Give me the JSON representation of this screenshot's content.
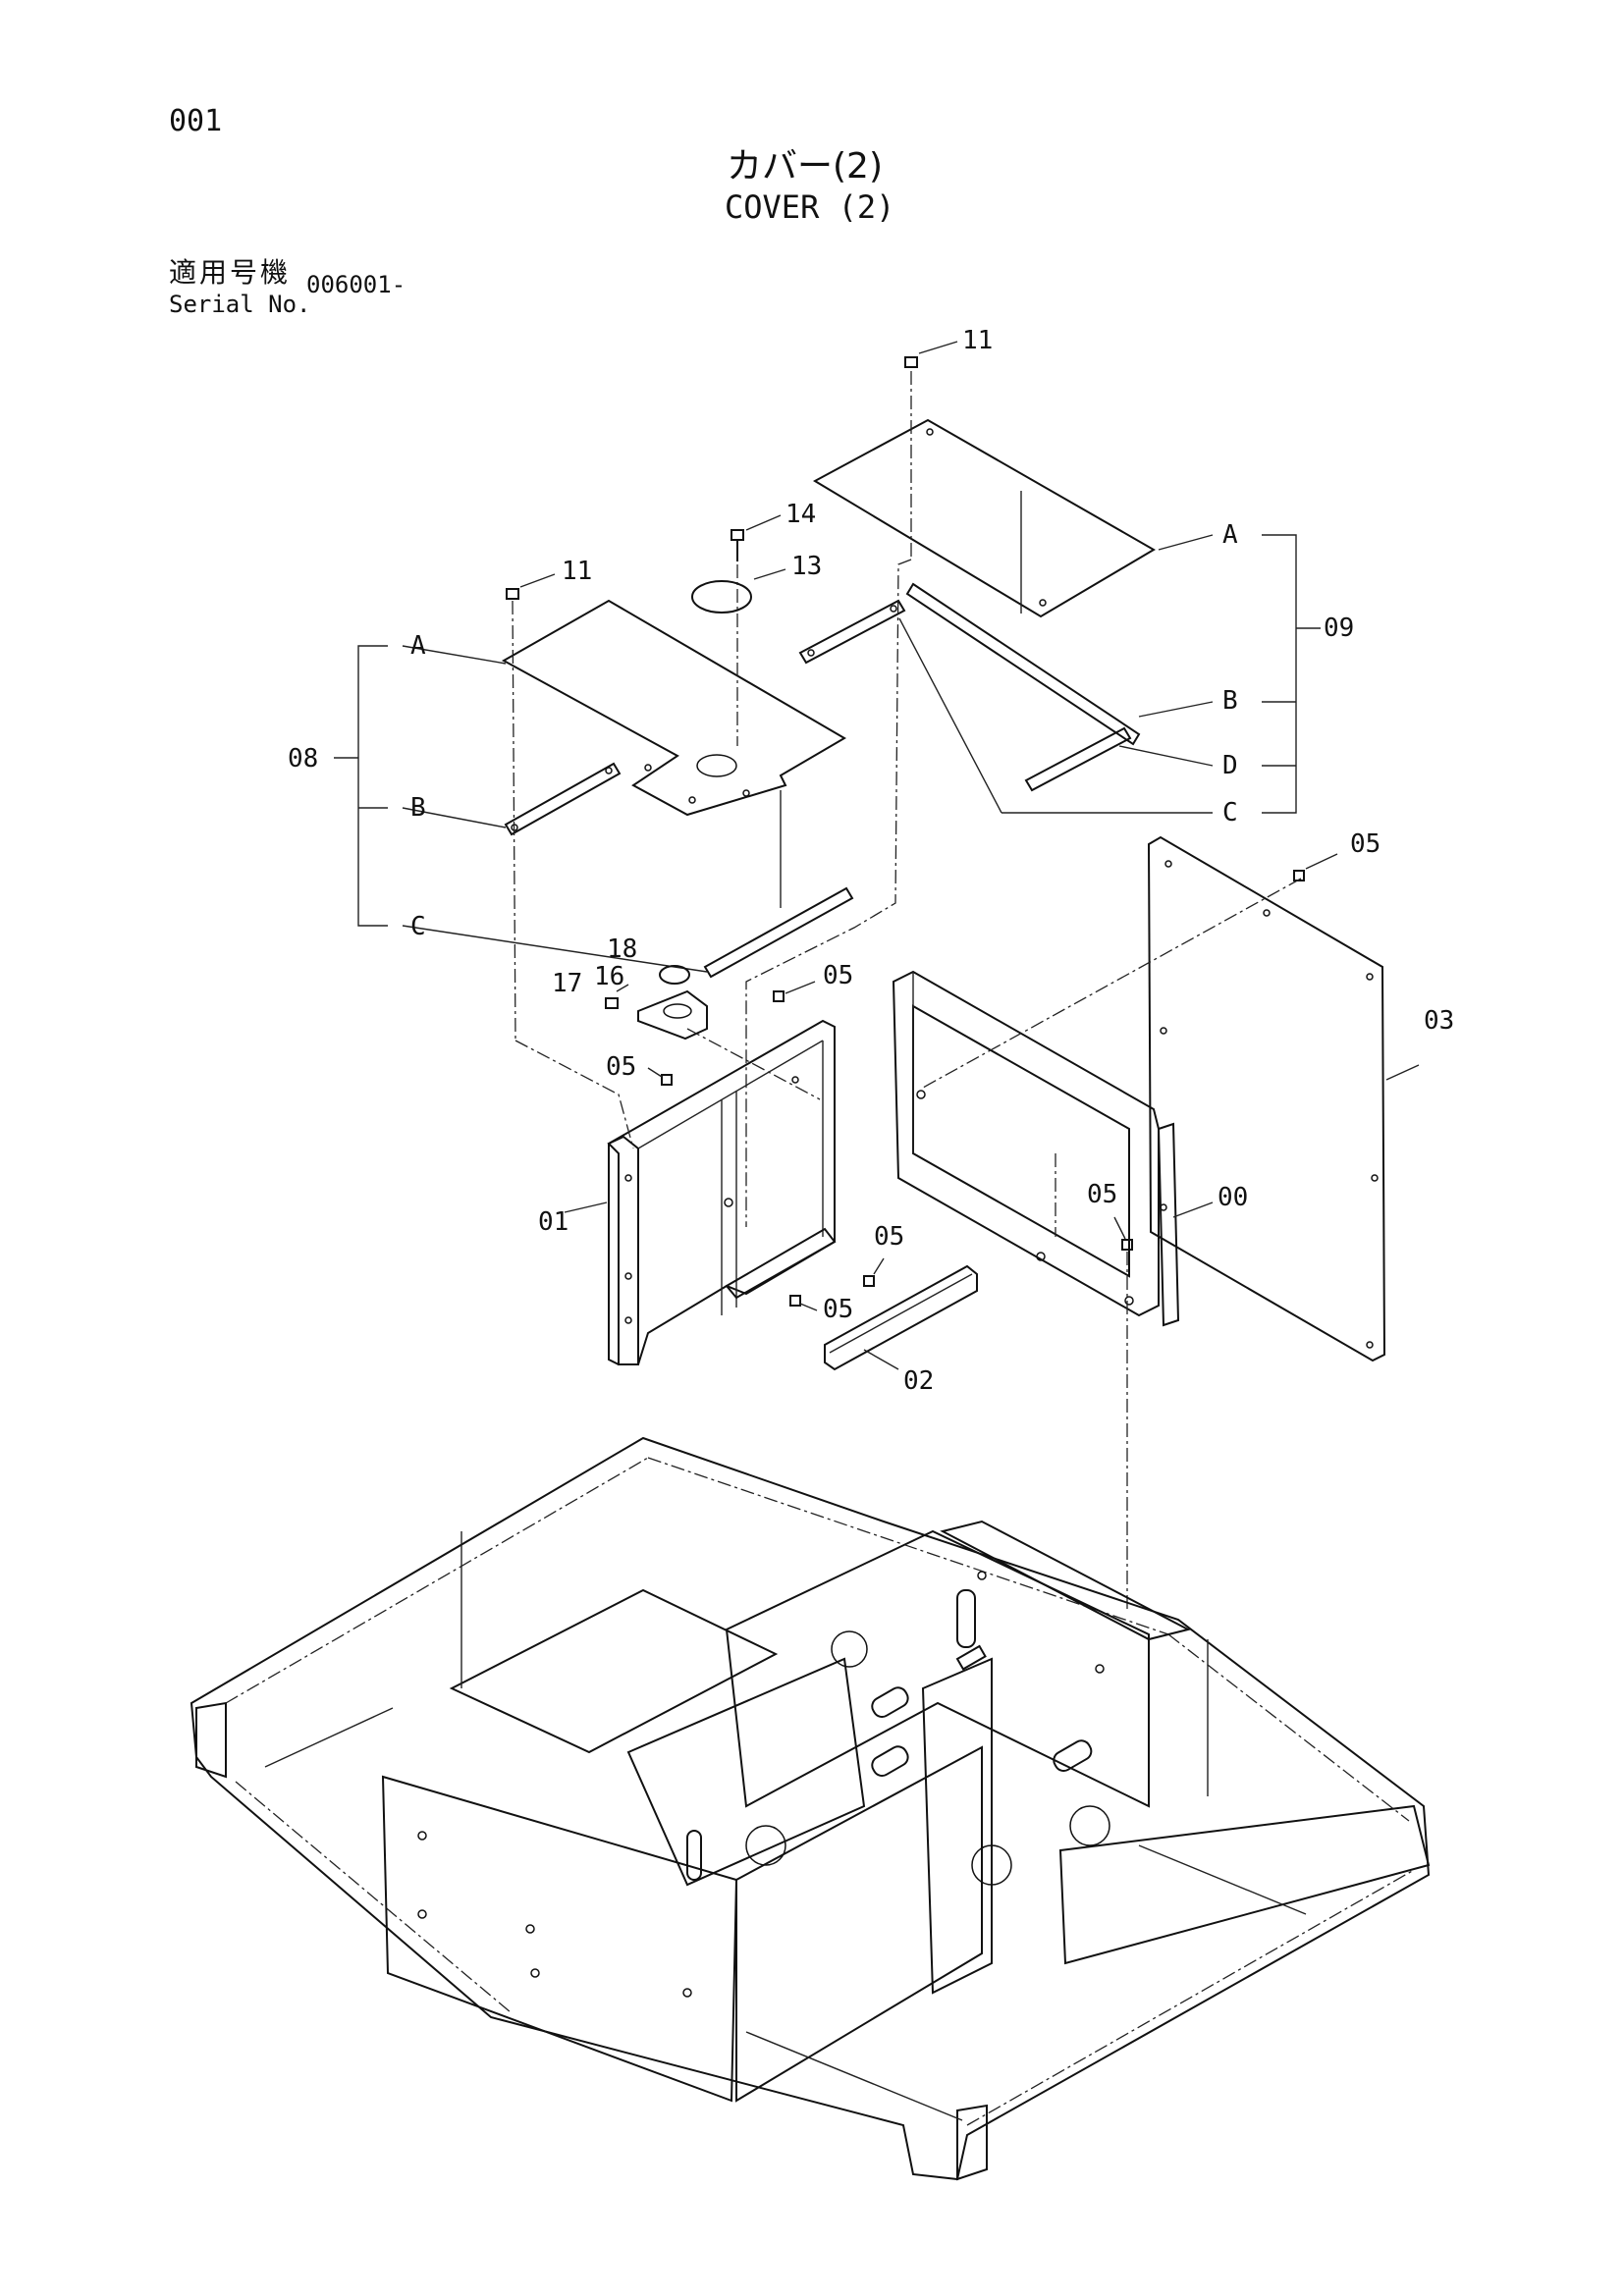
{
  "header": {
    "page_number": "001",
    "title_jp": "カバー(2)",
    "title_en": "COVER (2)",
    "serial_label_jp": "適用号機",
    "serial_label_en": "Serial No.",
    "serial_value": "006001-"
  },
  "callouts": {
    "c11a": "11",
    "c11b": "11",
    "c14": "14",
    "c13": "13",
    "c08": "08",
    "c08A": "A",
    "c08B": "B",
    "c08C": "C",
    "c09": "09",
    "c09A": "A",
    "c09B": "B",
    "c09C": "C",
    "c09D": "D",
    "c18": "18",
    "c17": "17",
    "c16": "16",
    "c05a": "05",
    "c05b": "05",
    "c05c": "05",
    "c05d": "05",
    "c05e": "05",
    "c05f": "05",
    "c01": "01",
    "c02": "02",
    "c03": "03",
    "c00": "00"
  },
  "icons": {
    "diagram": "exploded-parts-drawing"
  }
}
